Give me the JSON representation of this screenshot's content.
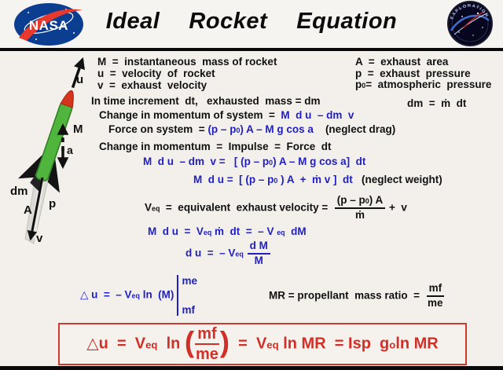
{
  "colors": {
    "background": "#f3f0ec",
    "equation_blue": "#1f1fc3",
    "text_black": "#111111",
    "final_equation_red": "#d03028",
    "box_border_red": "#cf3a30",
    "rocket_green": "#4fb53c",
    "nose_red": "#d6331f",
    "nasa_blue": "#0b3d91",
    "rule_black": "#0a0a0a"
  },
  "header": {
    "title": "Ideal  Rocket  Equation",
    "nasa_logo": "NASA",
    "right_logo_text": "EXPLORATION"
  },
  "diagram": {
    "labels": {
      "u": "u",
      "M": "M",
      "a": "a",
      "dm": "dm",
      "A": "A",
      "p": "p",
      "v": "v"
    }
  },
  "lines": {
    "l1a": {
      "parts": [
        {
          "t": "M  =  instantaneous  mass of rocket"
        }
      ]
    },
    "l1b": {
      "parts": [
        {
          "t": "A  =  exhaust  area"
        }
      ]
    },
    "l2a": {
      "parts": [
        {
          "t": "u  =  velocity  of  rocket"
        }
      ]
    },
    "l2b": {
      "parts": [
        {
          "t": "p  =  exhaust  pressure"
        }
      ]
    },
    "l3a": {
      "parts": [
        {
          "t": "v  =  exhaust  velocity"
        }
      ]
    },
    "l3b": {
      "parts": [
        {
          "t": "p"
        },
        {
          "t": "0",
          "v": "sub"
        },
        {
          "t": "=  atmospheric  pressure"
        }
      ]
    },
    "l4": {
      "parts": [
        {
          "t": "In time increment  dt,   exhausted  mass = dm"
        }
      ]
    },
    "l4b": {
      "parts": [
        {
          "t": "dm  =  ṁ  dt"
        }
      ]
    },
    "l5": {
      "parts": [
        {
          "t": "Change in momentum of system  =  "
        },
        {
          "t": "M  d u  – dm  v",
          "c": "b"
        }
      ]
    },
    "l6": {
      "parts": [
        {
          "t": "Force on system  = "
        },
        {
          "t": "(p – p",
          "c": "b"
        },
        {
          "t": "0",
          "v": "sub",
          "c": "b"
        },
        {
          "t": ") A – M g cos a",
          "c": "b"
        },
        {
          "t": "    (neglect drag)"
        }
      ]
    },
    "l7": {
      "parts": [
        {
          "t": "Change in momentum  =  Impulse  =  Force  dt"
        }
      ]
    },
    "l8": {
      "parts": [
        {
          "t": "M  d u  – dm  v =   [ (p – p"
        },
        {
          "t": "0",
          "v": "sub"
        },
        {
          "t": ") A – M g cos a]  dt"
        }
      ]
    },
    "l9": {
      "parts": [
        {
          "t": "M  d u =  [ (p – p"
        },
        {
          "t": "0",
          "v": "sub"
        },
        {
          "t": " ) A  +  ṁ v ]  dt"
        },
        {
          "t": "   (neglect weight)",
          "c": "k"
        }
      ]
    },
    "l10": {
      "parts": [
        {
          "t": "V"
        },
        {
          "t": "eq",
          "v": "sub"
        },
        {
          "t": "  =  equivalent  exhaust velocity =  "
        },
        {
          "f": {
            "n": [
              {
                "t": "(p – p"
              },
              {
                "t": "0",
                "v": "sub"
              },
              {
                "t": ") A"
              }
            ],
            "d": [
              {
                "t": "ṁ"
              }
            ]
          }
        },
        {
          "t": " +  v"
        }
      ]
    },
    "l11": {
      "parts": [
        {
          "t": "M  d u  =  V"
        },
        {
          "t": "eq",
          "v": "sub"
        },
        {
          "t": " ṁ  dt  =  – V "
        },
        {
          "t": "eq",
          "v": "sub"
        },
        {
          "t": "  dM"
        }
      ]
    },
    "l12": {
      "parts": [
        {
          "t": "d u  =  – V"
        },
        {
          "t": "eq",
          "v": "sub"
        },
        {
          "t": " "
        },
        {
          "f": {
            "n": [
              {
                "t": "d M"
              }
            ],
            "d": [
              {
                "t": "M"
              }
            ]
          }
        }
      ]
    },
    "l13a": {
      "parts": [
        {
          "t": "△ u  =  – V"
        },
        {
          "t": "eq",
          "v": "sub"
        },
        {
          "t": " ln  (M)"
        },
        {
          "e": {
            "top": "me",
            "bot": "mf"
          }
        }
      ]
    },
    "l13b": {
      "parts": [
        {
          "t": "MR = propellant  mass ratio  =  "
        },
        {
          "f": {
            "n": [
              {
                "t": "mf"
              }
            ],
            "d": [
              {
                "t": "me"
              }
            ]
          }
        }
      ]
    },
    "box": {
      "parts": [
        {
          "t": "△u  =  V"
        },
        {
          "t": "eq",
          "v": "sub"
        },
        {
          "t": "  ln "
        },
        {
          "t": "(",
          "v": "big"
        },
        {
          "f": {
            "n": [
              {
                "t": "mf"
              }
            ],
            "d": [
              {
                "t": "me"
              }
            ]
          }
        },
        {
          "t": ")",
          "v": "big"
        },
        {
          "t": "  =  V"
        },
        {
          "t": "eq",
          "v": "sub"
        },
        {
          "t": " ln MR  = Isp  g"
        },
        {
          "t": "o",
          "v": "sub"
        },
        {
          "t": "ln MR"
        }
      ]
    }
  }
}
